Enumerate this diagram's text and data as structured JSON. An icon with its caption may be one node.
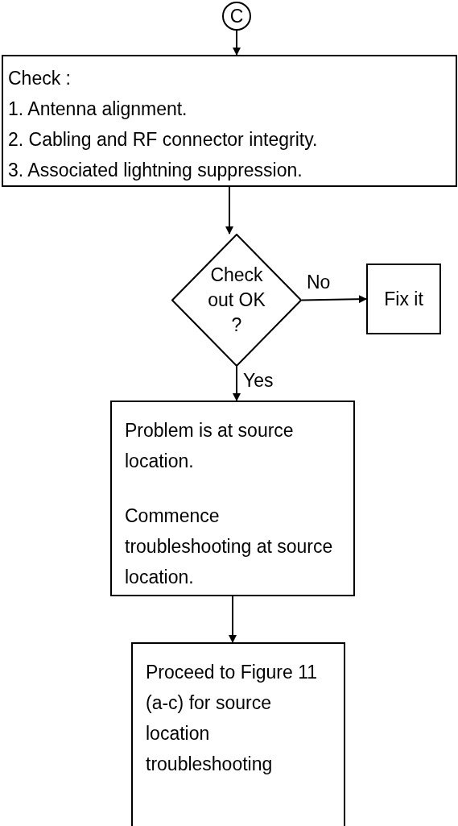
{
  "diagram": {
    "nodes": [
      {
        "text": [
          "C"
        ]
      },
      {
        "text": [
          "Check :",
          "1. Antenna alignment.",
          "2. Cabling and RF connector integrity.",
          "3. Associated lightning suppression."
        ]
      },
      {
        "text": [
          "Check out OK ?"
        ]
      },
      {
        "text": [
          "Fix it"
        ]
      },
      {
        "text": [
          "Problem is at source location.",
          "Commence troubleshooting at source location."
        ]
      },
      {
        "text": [
          "Proceed to Figure 11 (a-c) for source location troubleshooting"
        ]
      }
    ],
    "edges": [
      {
        "from": 0,
        "to": 1,
        "arrow": "to"
      },
      {
        "from": 1,
        "to": 2,
        "arrow": "to"
      },
      {
        "from": 2,
        "to": 3,
        "arrow": "to",
        "label": "No"
      },
      {
        "from": 2,
        "to": 4,
        "arrow": "to",
        "label": "Yes"
      },
      {
        "from": 4,
        "to": 5,
        "arrow": "to"
      }
    ]
  }
}
